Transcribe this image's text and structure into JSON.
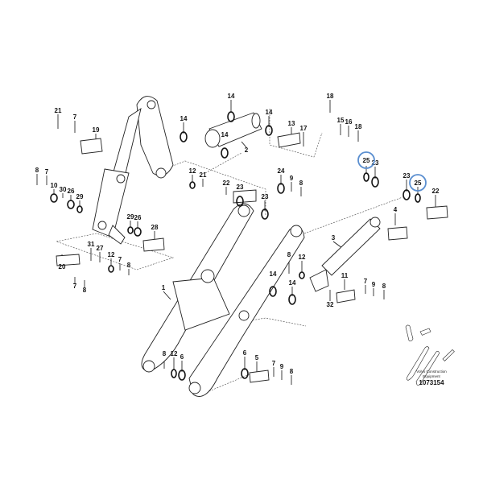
{
  "callouts": [
    "21",
    "7",
    "19",
    "14",
    "14",
    "14",
    "8",
    "7",
    "10",
    "30",
    "26",
    "29",
    "12",
    "21",
    "22",
    "23",
    "29",
    "26",
    "28",
    "31",
    "27",
    "12",
    "7",
    "8",
    "20",
    "7",
    "8",
    "1",
    "18",
    "14",
    "13",
    "17",
    "15",
    "16",
    "18",
    "2",
    "25",
    "23",
    "24",
    "9",
    "8",
    "23",
    "25",
    "22",
    "23",
    "4",
    "3",
    "8",
    "12",
    "14",
    "14",
    "11",
    "7",
    "9",
    "8",
    "32",
    "8",
    "12",
    "6",
    "6",
    "5",
    "7",
    "9",
    "8"
  ],
  "highlighted_callouts": [
    "25",
    "25"
  ],
  "highlight_color": "#5b8fd0",
  "brand": {
    "line1": "Volvo Construction",
    "line2": "Equipment",
    "doc_number": "1073154"
  }
}
